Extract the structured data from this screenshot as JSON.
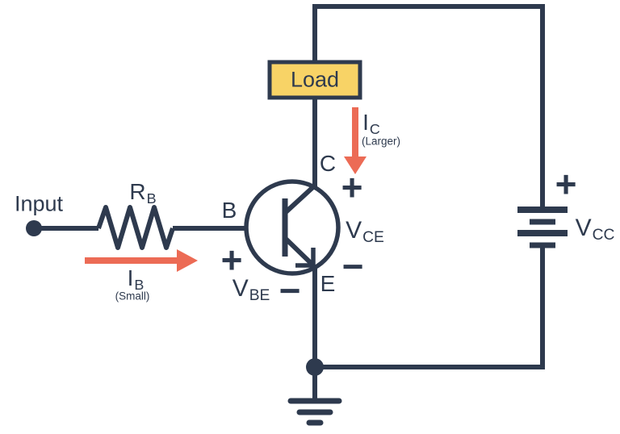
{
  "colors": {
    "line": "#2e3a4e",
    "arrow": "#ec6b55",
    "load-fill": "#f8d366",
    "bg": "#ffffff"
  },
  "labels": {
    "input": "Input",
    "load": "Load",
    "rb": {
      "main": "R",
      "sub": "B"
    },
    "ib": {
      "main": "I",
      "sub": "B",
      "note": "(Small)"
    },
    "ic": {
      "main": "I",
      "sub": "C",
      "note": "(Larger)"
    },
    "terminals": {
      "base": "B",
      "collector": "C",
      "emitter": "E"
    },
    "vce": {
      "main": "V",
      "sub": "CE",
      "plus": "+",
      "minus": "−"
    },
    "vbe": {
      "main": "V",
      "sub": "BE",
      "plus": "+",
      "minus": "−"
    },
    "vcc": {
      "main": "V",
      "sub": "CC",
      "plus": "+"
    }
  }
}
